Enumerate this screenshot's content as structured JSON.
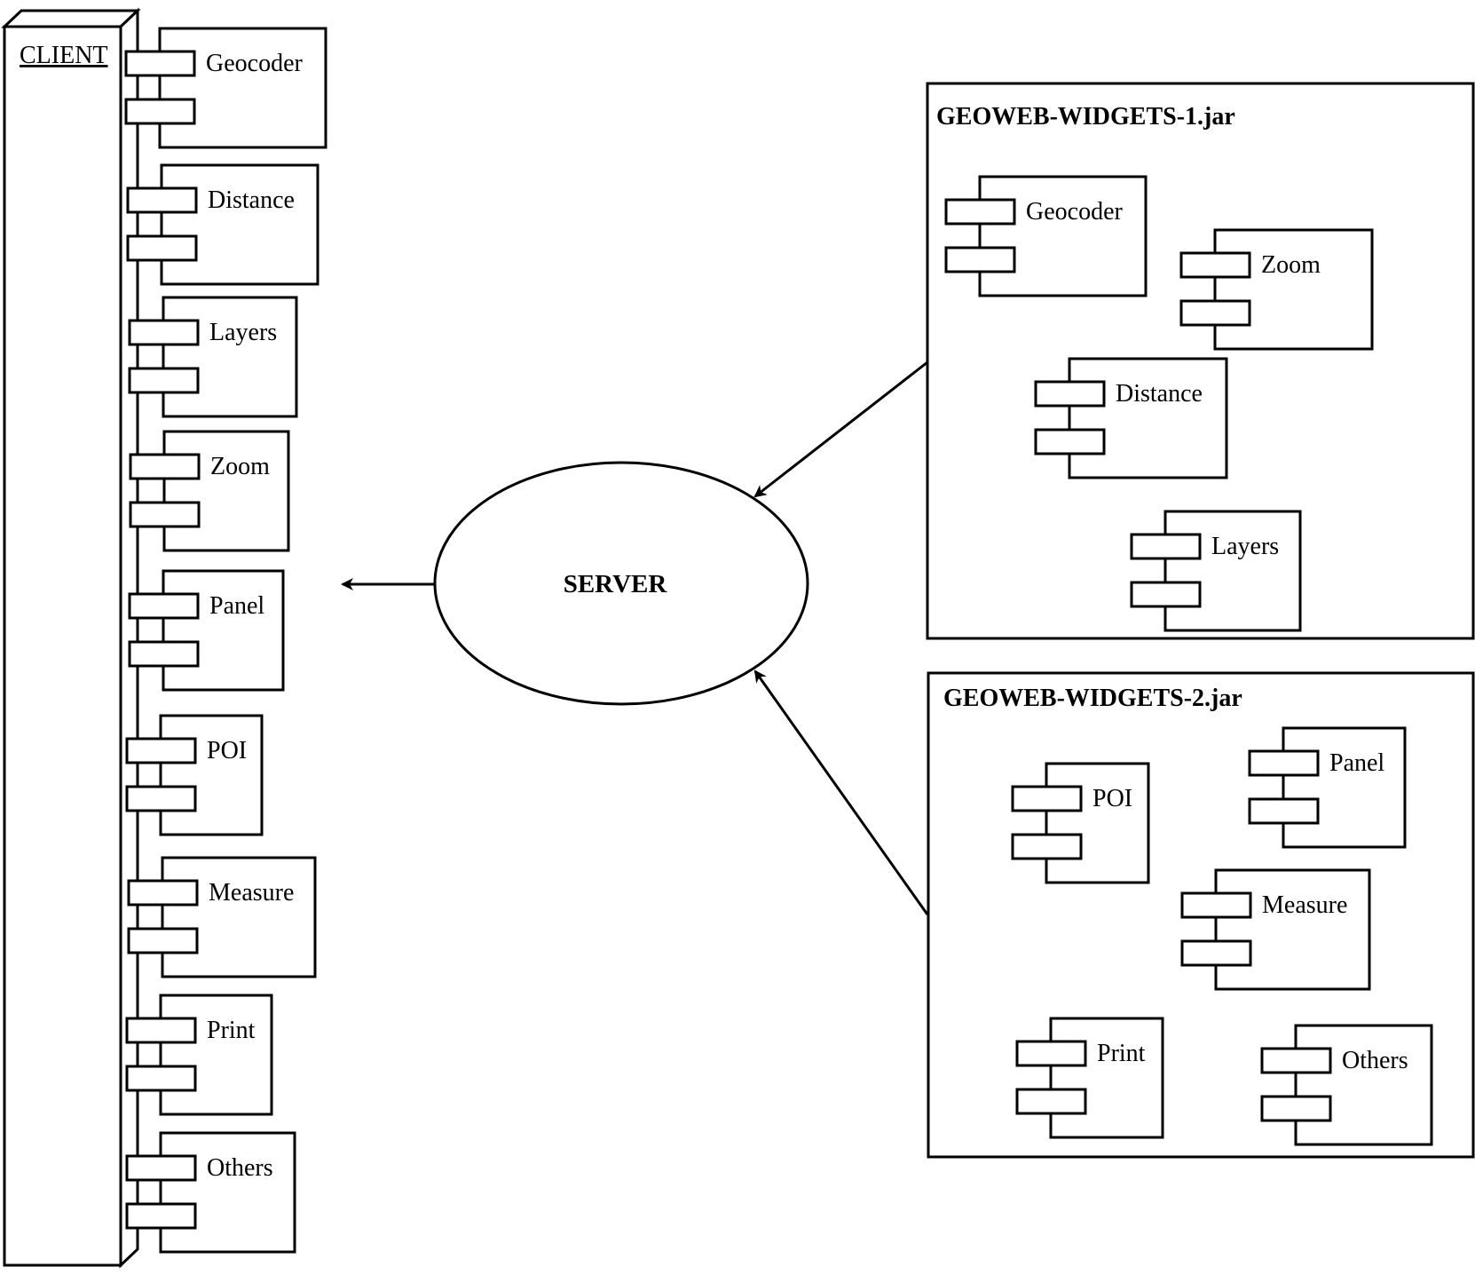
{
  "client": {
    "label": "CLIENT",
    "components": [
      "Geocoder",
      "Distance",
      "Layers",
      "Zoom",
      "Panel",
      "POI",
      "Measure",
      "Print",
      "Others"
    ]
  },
  "server": {
    "label": "SERVER"
  },
  "jars": [
    {
      "title": "GEOWEB-WIDGETS-1.jar",
      "components": [
        "Geocoder",
        "Zoom",
        "Distance",
        "Layers"
      ]
    },
    {
      "title": "GEOWEB-WIDGETS-2.jar",
      "components": [
        "POI",
        "Panel",
        "Measure",
        "Print",
        "Others"
      ]
    }
  ]
}
